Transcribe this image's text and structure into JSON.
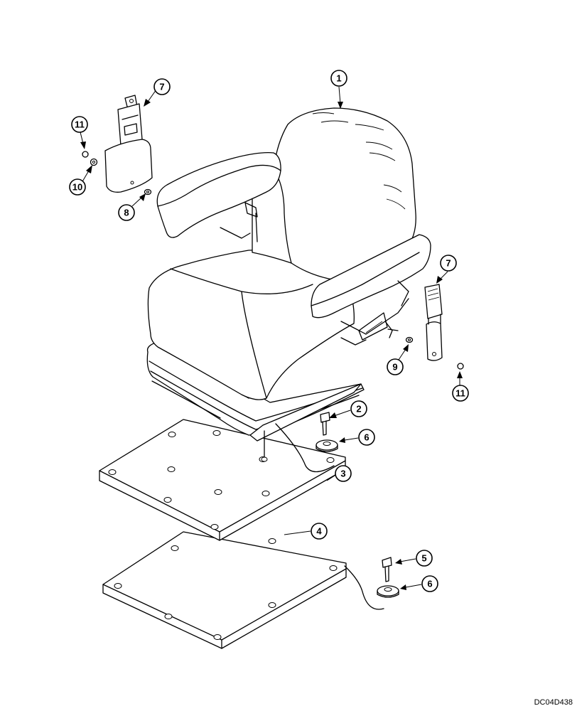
{
  "callouts": [
    {
      "id": "c1",
      "number": "1"
    },
    {
      "id": "c2",
      "number": "2"
    },
    {
      "id": "c3",
      "number": "3"
    },
    {
      "id": "c4",
      "number": "4"
    },
    {
      "id": "c5",
      "number": "5"
    },
    {
      "id": "c6a",
      "number": "6"
    },
    {
      "id": "c6b",
      "number": "6"
    },
    {
      "id": "c7a",
      "number": "7"
    },
    {
      "id": "c7b",
      "number": "7"
    },
    {
      "id": "c8",
      "number": "8"
    },
    {
      "id": "c9",
      "number": "9"
    },
    {
      "id": "c10",
      "number": "10"
    },
    {
      "id": "c11a",
      "number": "11"
    },
    {
      "id": "c11b",
      "number": "11"
    }
  ],
  "drawing_code": "DC04D438"
}
